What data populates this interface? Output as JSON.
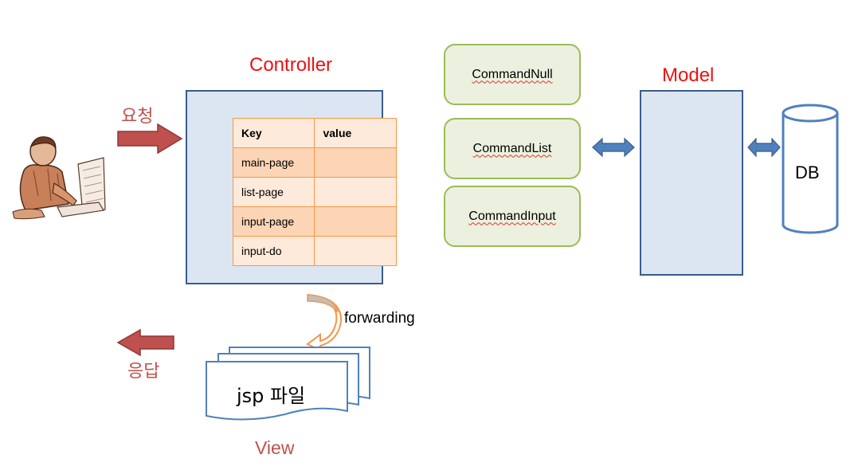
{
  "controller": {
    "title": "Controller",
    "table": {
      "headers": [
        "Key",
        "value"
      ],
      "rows": [
        {
          "key": "main-page",
          "value": ""
        },
        {
          "key": "list-page",
          "value": ""
        },
        {
          "key": "input-page",
          "value": ""
        },
        {
          "key": "input-do",
          "value": ""
        }
      ]
    }
  },
  "commands": [
    "CommandNull",
    "CommandList",
    "CommandInput"
  ],
  "model": {
    "title": "Model"
  },
  "db": {
    "label": "DB"
  },
  "request": {
    "label": "요청"
  },
  "response": {
    "label": "응답"
  },
  "forwarding": {
    "label": "forwarding"
  },
  "view": {
    "title": "View",
    "page_label": "jsp 파일"
  },
  "colors": {
    "title_red": "#ee1111",
    "label_brown": "#c0504d",
    "box_fill": "#dce6f2",
    "box_border": "#385d8a",
    "command_fill": "#ebf1de",
    "command_border": "#9bbb59",
    "table_border": "#f79646",
    "arrow_red": "#c0504d",
    "arrow_blue": "#4f81bd"
  },
  "icons": [
    "user-at-computer-icon"
  ]
}
